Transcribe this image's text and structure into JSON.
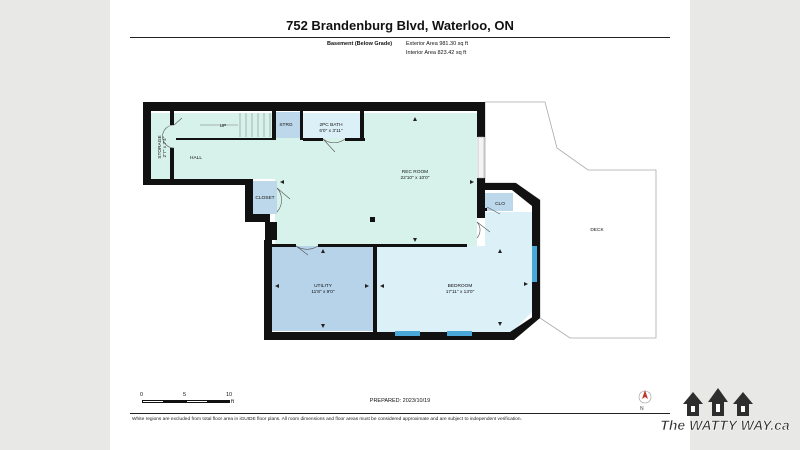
{
  "header": {
    "address": "752 Brandenburg Blvd, Waterloo, ON",
    "level": "Basement (Below Grade)",
    "exterior_area": "Exterior Area 981.30 sq ft",
    "interior_area": "Interior Area 823.42 sq ft"
  },
  "rooms": {
    "storage": "STORAGE",
    "storage_dim": "2'7\" x 7'4\"",
    "hall": "HALL",
    "up": "UP",
    "strg": "STRG",
    "bath": "2PC BATH",
    "bath_dim": "6'0\" x 3'11\"",
    "rec": "REC ROOM",
    "rec_dim": "22'10\" x 10'0\"",
    "closet": "CLOSET",
    "clo": "CLO",
    "utility": "UTILITY",
    "utility_dim": "11'8\" x 9'0\"",
    "bedroom": "BEDROOM",
    "bedroom_dim": "17'11\" x 13'0\"",
    "deck": "DECK"
  },
  "scale": {
    "l0": "0",
    "l5": "5",
    "l10": "10",
    "unit": "ft"
  },
  "footer": {
    "prepared": "PREPARED: 2023/10/19",
    "disclaimer": "White regions are excluded from total floor area in iGUIDE floor plans. All room dimensions and floor areas must be considered approximate and are subject to independent verification."
  },
  "logo": {
    "text": "The WATTY WAY.ca"
  },
  "colors": {
    "wall": "#111111",
    "rec": "#d7f2ea",
    "utility": "#b6d3ea",
    "bedroom": "#dcf0f8",
    "closet": "#bcd8ea",
    "window": "#4aa8d8",
    "brand": "#2e2e2e"
  }
}
